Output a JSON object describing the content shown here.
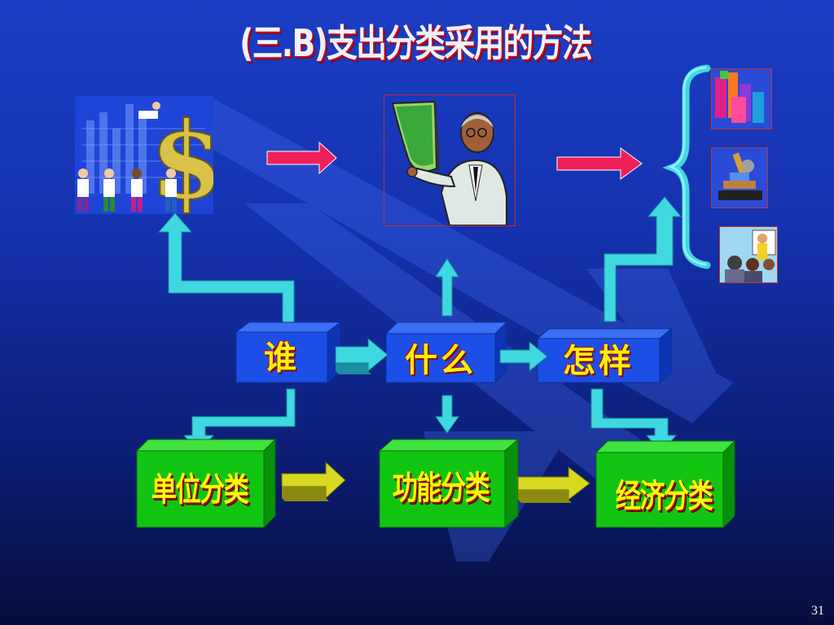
{
  "slide": {
    "title": "(三.B)支出分类采用的方法",
    "page_number": "31"
  },
  "questions": {
    "who": "谁",
    "what": "什么",
    "how": "怎样"
  },
  "categories": {
    "unit": "单位分类",
    "functional": "功能分类",
    "economic": "经济分类"
  },
  "icons": {
    "top_left": "money-people-illustration-icon",
    "top_center": "presenter-illustration-icon",
    "right_top": "buildings-icon",
    "right_middle": "microscope-icon",
    "right_bottom": "meeting-icon"
  },
  "colors": {
    "question_box": "#1c4fe8",
    "category_box": "#12c412",
    "pink_arrow": "#f0205a",
    "cyan_arrow": "#3fd8e0",
    "yellow_arrow": "#d8d820",
    "label_yellow": "#ffff00"
  }
}
